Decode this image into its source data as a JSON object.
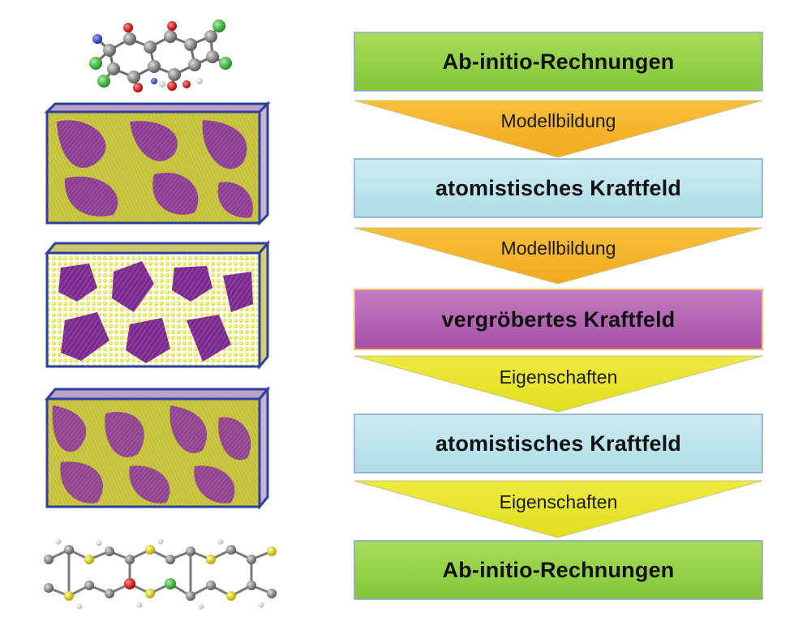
{
  "pipeline": {
    "boxes": [
      {
        "label": "Ab-initio-Rechnungen",
        "fill": "#92d050"
      },
      {
        "label": "atomistisches Kraftfeld",
        "fill": "#bfe5ee"
      },
      {
        "label": "vergröbertes Kraftfeld",
        "fill": "#b560b4"
      },
      {
        "label": "atomistisches Kraftfeld",
        "fill": "#bfe5ee"
      },
      {
        "label": "Ab-initio-Rechnungen",
        "fill": "#92d050"
      }
    ],
    "arrows": [
      {
        "label": "Modellbildung",
        "fill": "#f7b32b"
      },
      {
        "label": "Modellbildung",
        "fill": "#f7b32b"
      },
      {
        "label": "Eigenschaften",
        "fill": "#e9e62e"
      },
      {
        "label": "Eigenschaften",
        "fill": "#e9e62e"
      }
    ]
  },
  "colors": {
    "box_border": "#8aa3c2",
    "simulation_box_edge": "#2e3f9e",
    "phase_purple": "#8a2a96",
    "phase_yellow": "#c9c93a"
  }
}
